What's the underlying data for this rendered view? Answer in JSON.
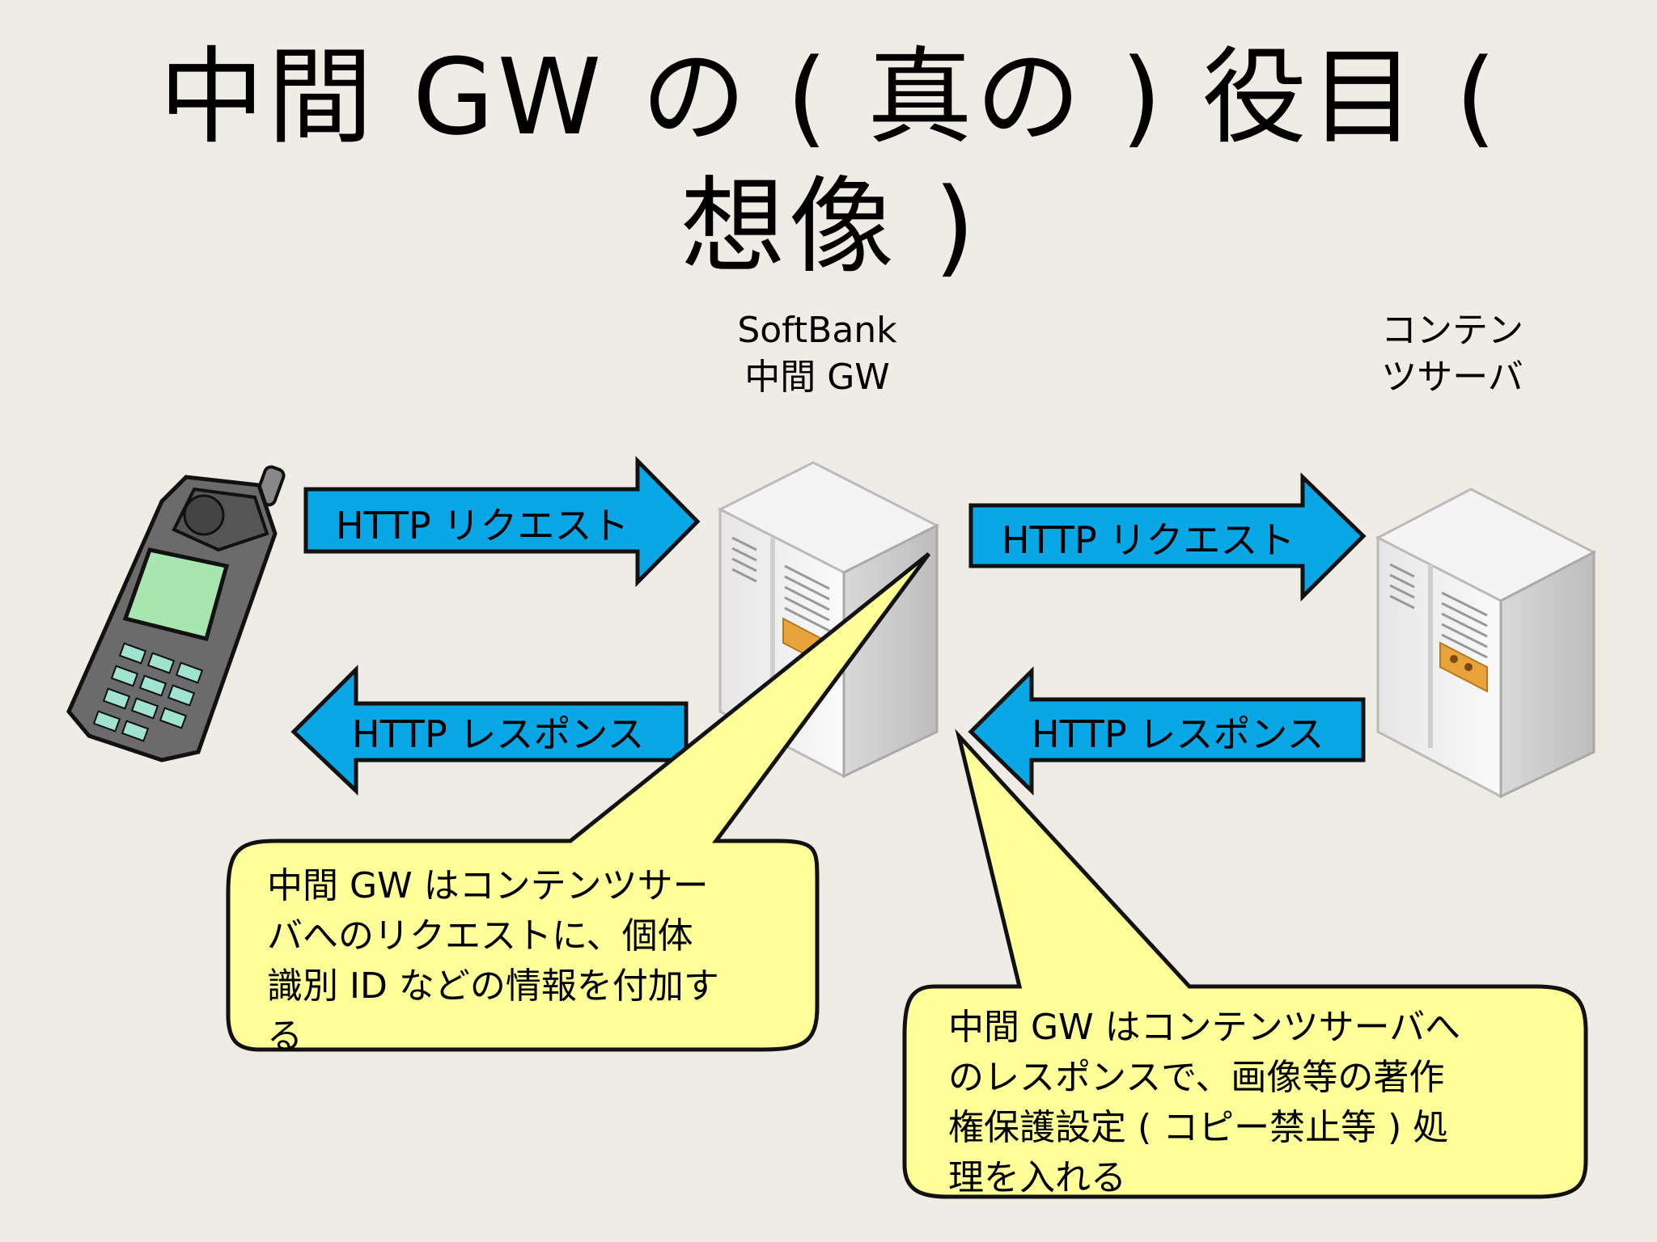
{
  "slide": {
    "title": "中間 GW の ( 真の ) 役目 ( 想像 )",
    "gateway_label_line1": "SoftBank",
    "gateway_label_line2": "中間 GW",
    "server_label_line1": "コンテン",
    "server_label_line2": "ツサーバ"
  },
  "arrows": {
    "request_left": "HTTP リクエスト",
    "response_left": "HTTP レスポンス",
    "request_right": "HTTP リクエスト",
    "response_right": "HTTP レスポンス"
  },
  "callouts": {
    "left": "中間 GW はコンテンツサー\nバへのリクエストに、個体\n識別 ID などの情報を付加す\nる",
    "right": "中間 GW はコンテンツサーバへ\nのレスポンスで、画像等の著作\n権保護設定 ( コピー禁止等 ) 処\n理を入れる"
  },
  "colors": {
    "background": "#efece6",
    "arrow_fill": "#0aa7e6",
    "callout_fill": "#ffff99",
    "phone_body": "#6b6b6b",
    "phone_screen": "#a8e6b0",
    "server_body": "#f2f2f2",
    "server_accent": "#e8a33c"
  }
}
